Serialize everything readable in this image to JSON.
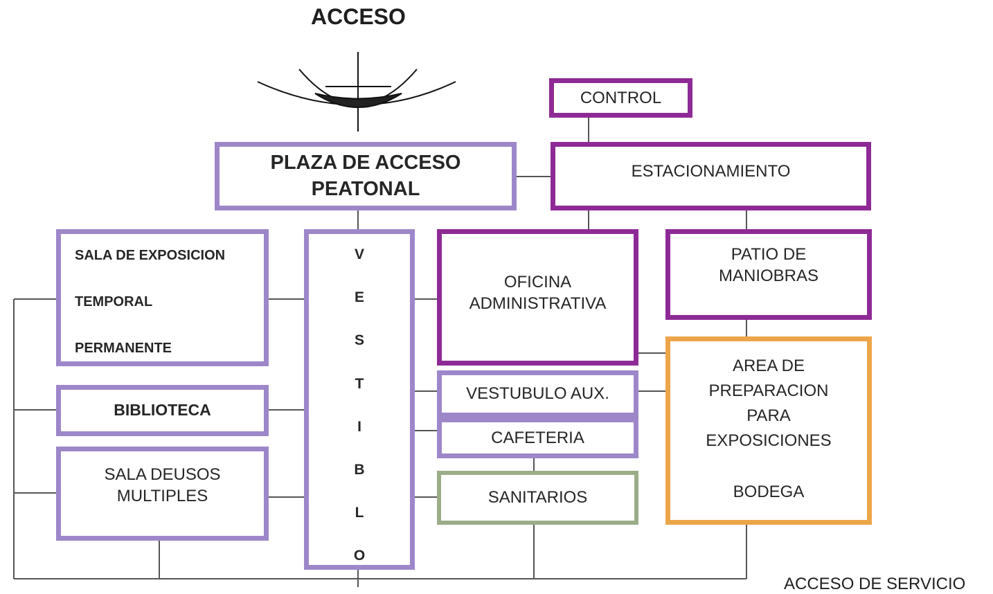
{
  "title": "ACCESO",
  "footer_label": "ACCESO DE SERVICIO",
  "colors": {
    "lavender": "#9d87c9",
    "purple": "#8e2a95",
    "green": "#9aad88",
    "orange": "#eca549",
    "line": "#555555"
  },
  "boxes": {
    "control": "CONTROL",
    "plaza_line1": "PLAZA DE ACCESO",
    "plaza_line2": "PEATONAL",
    "estacionamiento": "ESTACIONAMIENTO",
    "sala_exposicion": "SALA DE EXPOSICION",
    "temporal": "TEMPORAL",
    "permanente": "PERMANENTE",
    "vestibulo_letters": [
      "V",
      "E",
      "S",
      "T",
      "I",
      "B",
      "L",
      "O"
    ],
    "oficina_line1": "OFICINA",
    "oficina_line2": "ADMINISTRATIVA",
    "patio_line1": "PATIO DE",
    "patio_line2": "MANIOBRAS",
    "biblioteca": "BIBLIOTECA",
    "vestibulo_aux": "VESTUBULO AUX.",
    "area_line1": "AREA DE",
    "area_line2": "PREPARACION",
    "area_line3": "PARA",
    "area_line4": "EXPOSICIONES",
    "bodega": "BODEGA",
    "cafeteria": "CAFETERIA",
    "sala_usos_line1": "SALA DEUSOS",
    "sala_usos_line2": "MULTIPLES",
    "sanitarios": "SANITARIOS"
  }
}
